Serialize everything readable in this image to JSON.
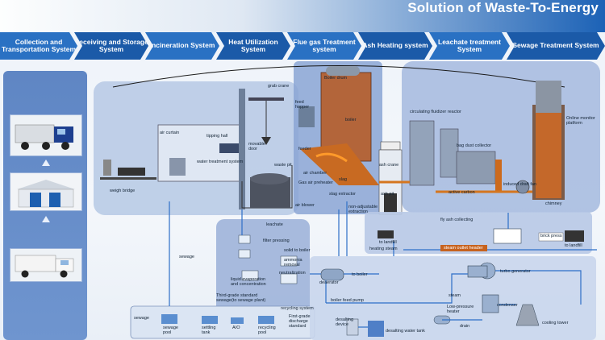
{
  "header": {
    "title": "Solution of Waste-To-Energy"
  },
  "stages": [
    {
      "label": "Collection and Transportation System"
    },
    {
      "label": "Receiving and Storage System"
    },
    {
      "label": "Incineration System"
    },
    {
      "label": "Heat Utilization System"
    },
    {
      "label": "Flue gas Treatment system"
    },
    {
      "label": "Ash Heating system"
    },
    {
      "label": "Leachate treatment System"
    },
    {
      "label": "Sewage Treatment System"
    }
  ],
  "labels": {
    "grab_crane": "grab crane",
    "boiler_drum": "Boiler drum",
    "feed_hopper": "feed hopper",
    "boiler": "boiler",
    "air_curtain": "air curtain",
    "tipping_hall": "tipping hall",
    "movable_door": "movable door",
    "waste_pit": "waste pit",
    "water_treatment_system": "water treatment system",
    "weigh_bridge": "weigh bridge",
    "feeder": "feeder",
    "air_chamber": "air chamber",
    "gas_air_preheater": "Gas air preheater",
    "slag_extractor": "slag extractor",
    "slag": "slag",
    "air_blower": "air blower",
    "ash_crane": "ash crane",
    "ash_pit": "ash pit",
    "non_adjustable_extraction": "non-adjustable extraction",
    "circulating_fluidizer_reactor": "circulating fluidizer reactor",
    "bag_dust_collector": "bag dust collector",
    "active_carbon": "active carbon",
    "induced_draft_fan": "induced draft fan",
    "chimney": "chimney",
    "online_monitor_platform": "Online monitor platform",
    "leachate": "leachate",
    "filter_pressing": "filter pressing",
    "solid_to_boiler": "solid to boiler",
    "ammonia_removal": "ammonia removal",
    "neutralization": "neutralization",
    "liquid_evaporation": "liquid evaporation and concentration",
    "third_grade_standard": "Third-grade standard sewage(to sewage plant)",
    "recycling_system": "recycling system",
    "sewage": "sewage",
    "sewage_in": "sewage",
    "sewage_pool": "sewage pool",
    "settling_tank": "settling tank",
    "ao": "A/O",
    "recycling_pool": "recycling pool",
    "first_grade_standard": "First-grade discharge standard",
    "fly_ash_collecting": "fly ash collecting",
    "to_landfill_1": "to landfill",
    "to_landfill_2": "to landfill",
    "brick_press": "brick press",
    "heating_steam": "heating steam",
    "steam_outlet_header": "steam outlet header",
    "turbo_generator": "turbo generator",
    "deaerator": "deaerator",
    "to_boiler": "to boiler",
    "boiler_feed_pump": "boiler feed pump",
    "steam": "steam",
    "low_pressure_heater": "Low-pressure heater",
    "condenser": "condenser",
    "drain": "drain",
    "cooling_tower": "cooling tower",
    "desalting_device": "desalting device",
    "desalting_water_tank": "desalting water tank"
  }
}
